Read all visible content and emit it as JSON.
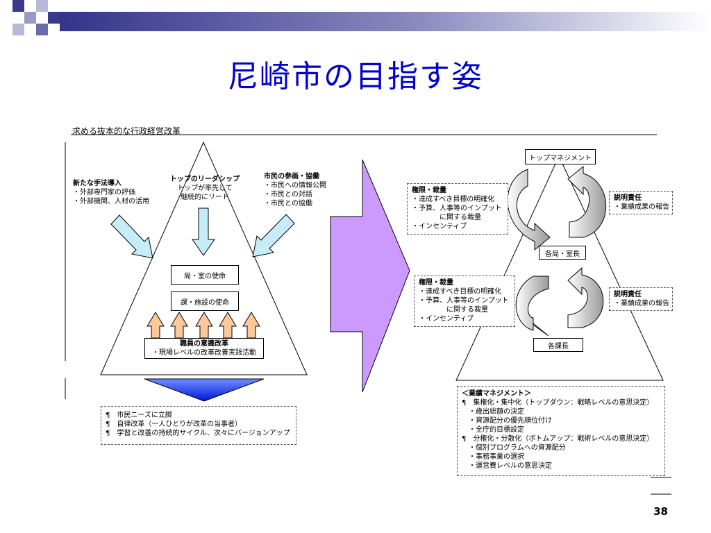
{
  "title": "尼崎市の目指す姿",
  "subtitle": "求める抜本的な行政経営改革",
  "page_number": "38",
  "left": {
    "new_methods": {
      "heading": "新たな手法導入",
      "lines": [
        "・外部専門家の評価",
        "・外部機関、人材の活用"
      ]
    },
    "leadership": {
      "heading": "トップのリーダシップ",
      "lines": [
        "トップが率先して",
        "継続的にリード"
      ]
    },
    "citizen": {
      "heading": "市民の参画・協働",
      "lines": [
        "・市民への情報公開",
        "・市民との対話",
        "・市民との協働"
      ]
    },
    "mission_bureau": "局・室の使命",
    "mission_section": "課・施設の使命",
    "staff": {
      "heading": "職員の意識改革",
      "line": "・現場レベルの改革改善実践活動"
    },
    "results": [
      "¶　市民ニーズに立脚",
      "¶　自律改革（一人ひとりが改革の当事者）",
      "¶　学習と改善の持続的サイクル、次々にバージョンアップ"
    ]
  },
  "right": {
    "top_management": "トップマネジメント",
    "bureau_chief": "各局・室長",
    "section_chief": "各課長",
    "authority_upper": {
      "heading": "権限・裁量",
      "lines": [
        "・達成すべき目標の明確化",
        "・予算、人事等のインプット",
        "　　　　に関する裁量",
        "・インセンティブ"
      ]
    },
    "authority_lower": {
      "heading": "権限・裁量",
      "lines": [
        "・達成すべき目標の明確化",
        "・予算、人事等のインプット",
        "　　　　に関する裁量",
        "・インセンティブ"
      ]
    },
    "accountability_upper": {
      "heading": "説明責任",
      "line": "・業績成果の報告"
    },
    "accountability_lower": {
      "heading": "説明責任",
      "line": "・業績成果の報告"
    },
    "performance": {
      "heading": "＜業績マネジメント＞",
      "lines": [
        "¶　集権化・集中化（トップダウン：戦略レベルの意思決定）",
        "　・歳出総額の決定",
        "　・資源配分の優先順位付け",
        "　・全庁的目標設定",
        "¶　分権化・分散化（ボトムアップ：戦術レベルの意思決定）",
        "　・個別プログラムへの資源配分",
        "　・事務事業の選択",
        "　・運営費レベルの意思決定"
      ]
    }
  }
}
